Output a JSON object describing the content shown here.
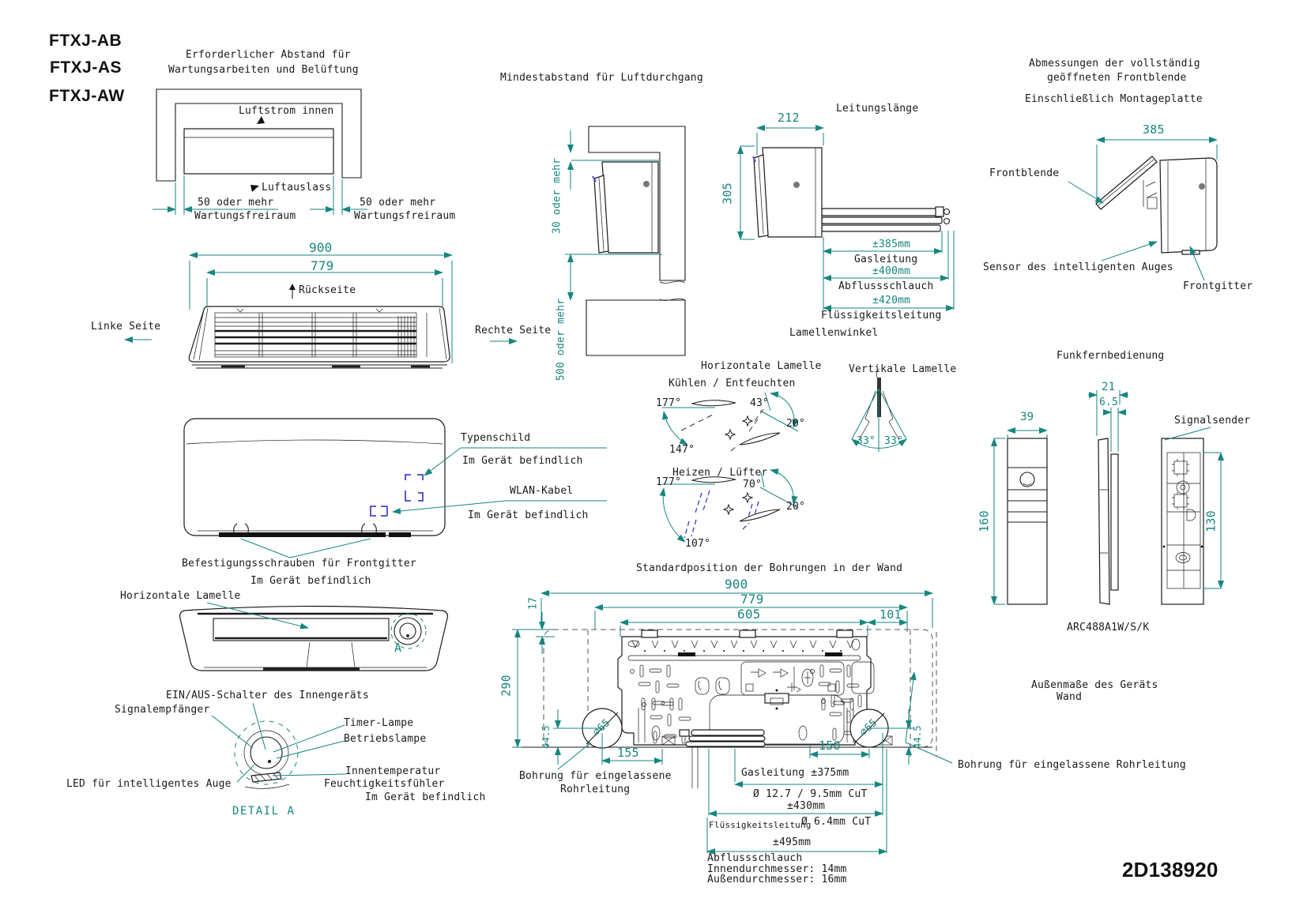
{
  "colors": {
    "dimension": "#17867f",
    "blue_marker": "#4646cc",
    "line": "#1a1a1a"
  },
  "models": [
    "FTXJ-AB",
    "FTXJ-AS",
    "FTXJ-AW"
  ],
  "doc_number": "2D138920",
  "service": {
    "title1": "Erforderlicher Abstand für",
    "title2": "Wartungsarbeiten und Belüftung",
    "airflow_in": "Luftstrom innen",
    "air_outlet": "Luftauslass",
    "left_clearance": "50 oder mehr",
    "left_clearance2": "Wartungsfreiraum",
    "right_clearance": "50 oder mehr",
    "right_clearance2": "Wartungsfreiraum"
  },
  "top_view": {
    "width_total": "900",
    "width_body": "779",
    "back": "Rückseite",
    "left": "Linke Seite",
    "right": "Rechte Seite"
  },
  "air_passage": {
    "title": "Mindestabstand für Luftdurchgang",
    "top": "30 oder mehr",
    "bottom": "500 oder mehr"
  },
  "pipe_lengths": {
    "title": "Leitungslänge",
    "depth": "212",
    "height": "305",
    "gas_dim": "±385mm",
    "gas": "Gasleitung",
    "drain_dim": "±400mm",
    "drain": "Abflussschlauch",
    "liquid_dim": "±420mm",
    "liquid": "Flüssigkeitsleitung"
  },
  "front_panel": {
    "title1": "Abmessungen der vollständig",
    "title2": "geöffneten Frontblende",
    "title3": "Einschließlich Montageplatte",
    "width": "385",
    "panel": "Frontblende",
    "eye_sensor": "Sensor des intelligenten Auges",
    "grille": "Frontgitter"
  },
  "flap_angles": {
    "title": "Lamellenwinkel",
    "horizontal": "Horizontale Lamelle",
    "vertical": "Vertikale Lamelle",
    "cool_mode": "Kühlen / Entfeuchten",
    "heat_mode": "Heizen / Lüfter",
    "cool_a": "177°",
    "cool_b": "43°",
    "cool_c": "20°",
    "cool_d": "147°",
    "heat_a": "177°",
    "heat_b": "70°",
    "heat_c": "20°",
    "heat_d": "107°",
    "vert_left": "33°",
    "vert_right": "33°"
  },
  "remote": {
    "title": "Funkfernbedienung",
    "width": "39",
    "depth": "21",
    "depth_body": "6.5",
    "height": "160",
    "back_height": "130",
    "transmitter": "Signalsender",
    "model": "ARC488A1W/S/K"
  },
  "unit_front": {
    "nameplate": "Typenschild",
    "nameplate_note": "Im Gerät befindlich",
    "wlan": "WLAN-Kabel",
    "wlan_note": "Im Gerät befindlich",
    "screws": "Befestigungsschrauben für Frontgitter",
    "screws_note": "Im Gerät befindlich"
  },
  "unit_bottom": {
    "flap": "Horizontale Lamelle",
    "detail_ref": "A"
  },
  "detail_a": {
    "switch": "EIN/AUS-Schalter des Innengeräts",
    "receiver": "Signalempfänger",
    "timer": "Timer-Lampe",
    "operation": "Betriebslampe",
    "temp1": "Innentemperatur",
    "temp2": "Feuchtigkeitsfühler",
    "note": "Im Gerät befindlich",
    "led": "LED für intelligentes Auge",
    "caption": "DETAIL A"
  },
  "wall_holes": {
    "title": "Standardposition der Bohrungen in der Wand",
    "w900": "900",
    "w779": "779",
    "w605": "605",
    "w101": "101",
    "h17": "17",
    "h290": "290",
    "h44_l": "44.5",
    "h44_r": "44.5",
    "d155": "155",
    "d150": "150",
    "hole_l": "∅65",
    "hole_r": "∅65",
    "recessed_l1": "Bohrung für eingelassene",
    "recessed_l2": "Rohrleitung",
    "gas": "Gasleitung ±375mm",
    "gas_pipe": "Ø 12.7 / 9.5mm CuT",
    "d430": "±430mm",
    "liquid": "Flüssigkeitsleitung",
    "liquid_pipe": "Ø 6.4mm CuT",
    "d495": "±495mm",
    "drain1": "Abflussschlauch",
    "drain2": "Innendurchmesser: 14mm",
    "drain3": "Außendurchmesser: 16mm",
    "recessed_r": "Bohrung für eingelassene Rohrleitung",
    "outer1": "Außenmaße des Geräts",
    "outer2": "Wand"
  }
}
